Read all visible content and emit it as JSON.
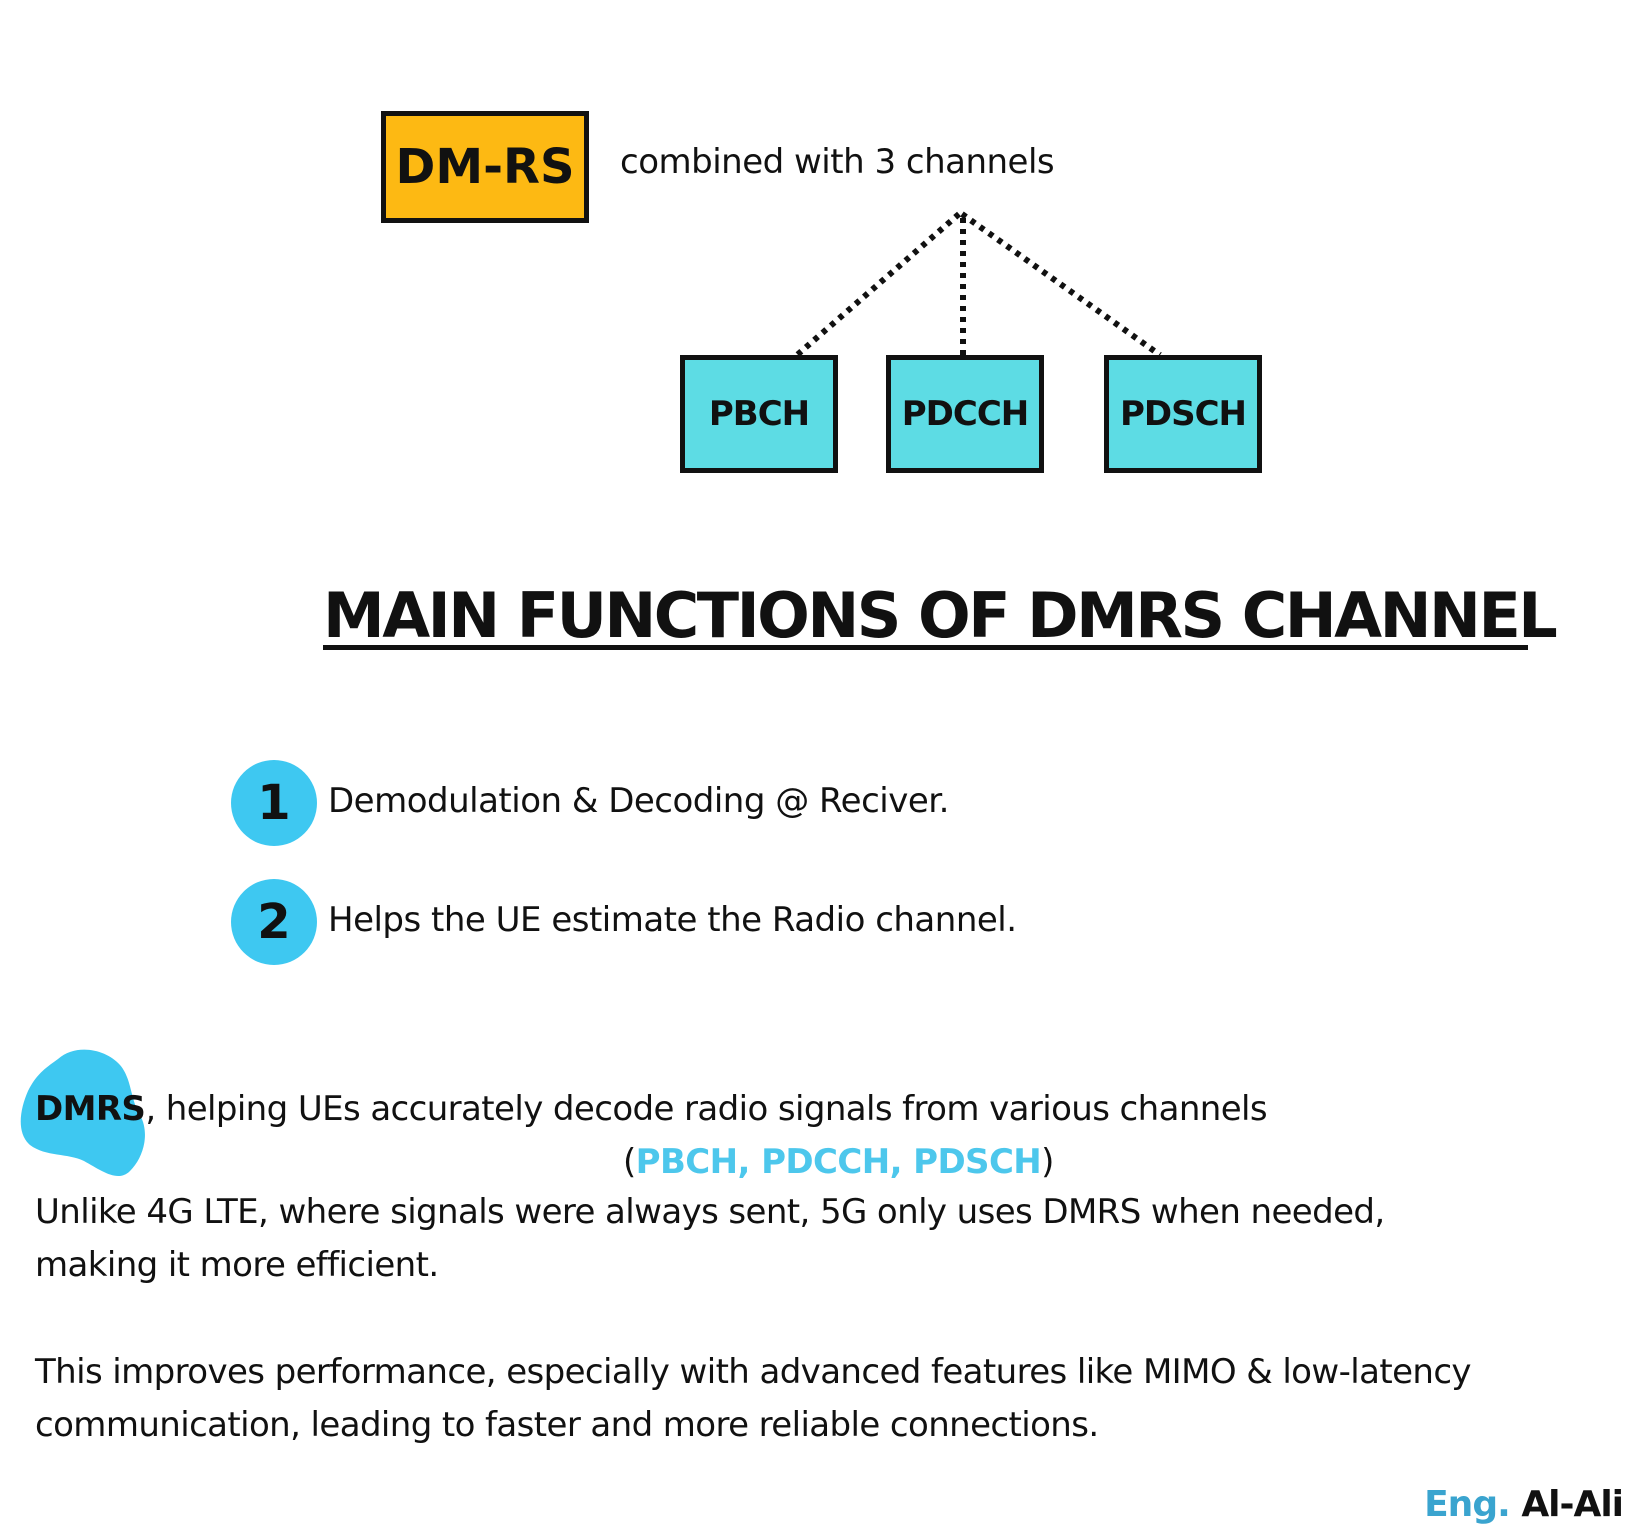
{
  "diagram": {
    "root": {
      "label": "DM-RS",
      "fill": "#fdb913"
    },
    "root_caption": "combined with 3 channels",
    "channels": [
      {
        "label": "PBCH",
        "fill": "#5ddce4"
      },
      {
        "label": "PDCCH",
        "fill": "#5ddce4"
      },
      {
        "label": "PDSCH",
        "fill": "#5ddce4"
      }
    ],
    "connector_style": "dotted"
  },
  "title": "MAIN FUNCTIONS OF DMRS CHANNEL",
  "functions": [
    {
      "number": "1",
      "text": "Demodulation & Decoding @ Reciver."
    },
    {
      "number": "2",
      "text": "Helps the UE estimate the Radio channel."
    }
  ],
  "paragraphs": {
    "dmrs_highlight": "DMRS",
    "dmrs_rest": ", helping UEs accurately decode radio signals from various channels",
    "channels_open": "(",
    "channels_list": "PBCH, PDCCH, PDSCH",
    "channels_close": ")",
    "lte_line1": "Unlike 4G LTE, where signals were always sent, 5G only uses DMRS when needed,",
    "lte_line2": "making it more efficient.",
    "perf_line1": "This improves performance, especially with advanced features like MIMO & low-latency",
    "perf_line2": "communication, leading to faster and more reliable connections."
  },
  "credit": {
    "prefix": "Eng.",
    "name": "Al-Ali"
  },
  "colors": {
    "accent_blue": "#3ec8f1",
    "channel_text_blue": "#4dc7ec",
    "credit_blue": "#3aa4cf",
    "root_orange": "#fdb913",
    "channel_cyan": "#5ddce4"
  }
}
